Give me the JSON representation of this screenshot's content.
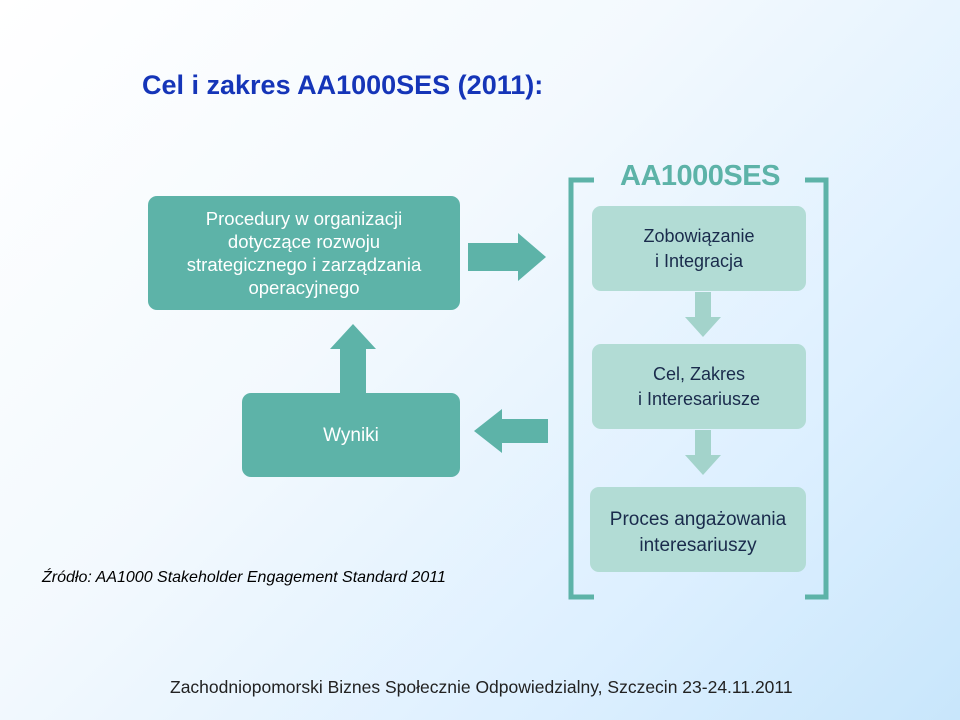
{
  "title": "Cel i zakres AA1000SES (2011):",
  "procedures_box": "Procedury w organizacji\ndotyczące rozwoju\nstrategicznego i zarządzania\noperacyjnego",
  "results_box": "Wyniki",
  "standard_label": "AA1000SES",
  "standard_steps": [
    "Zobowiązanie\ni Integracja",
    "Cel, Zakres\ni Interesariusze",
    "Proces angażowania\ninteresariuszy"
  ],
  "source_note": "Źródło: AA1000 Stakeholder Engagement Standard 2011",
  "footer": "Zachodniopomorski Biznes Społecznie Odpowiedzialny, Szczecin 23-24.11.2011",
  "colors": {
    "title": "#1535b8",
    "dark_box": "#5db3a8",
    "light_box": "#b2dcd5",
    "arrow": "#5db3a8",
    "light_arrow": "#a3d3cb"
  }
}
